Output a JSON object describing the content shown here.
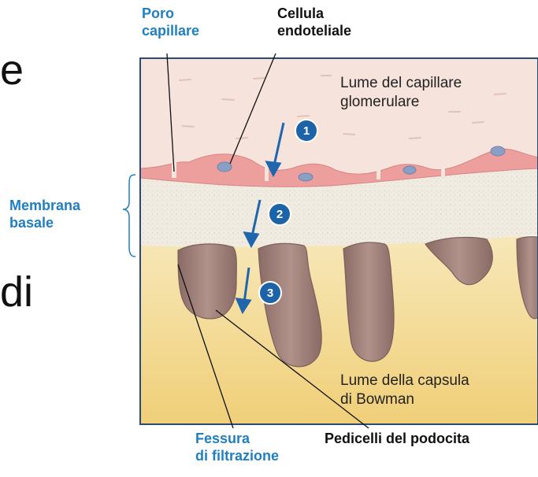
{
  "slide": {
    "fragment_1": "e",
    "fragment_2": "di"
  },
  "labels": {
    "poro_capillare": [
      "Poro",
      "capillare"
    ],
    "cellula_endoteliale": [
      "Cellula",
      "endoteliale"
    ],
    "membrana_basale": [
      "Membrana",
      "basale"
    ],
    "fessura_filtrazione": [
      "Fessura",
      "di filtrazione"
    ],
    "pedicelli": "Pedicelli del podocita"
  },
  "regions": {
    "lume_capillare": [
      "Lume del capillare",
      "glomerulare"
    ],
    "lume_capsula": [
      "Lume della capsula",
      "di Bowman"
    ]
  },
  "steps": [
    "1",
    "2",
    "3"
  ],
  "colors": {
    "label_blue": "#1f7fc0",
    "step_badge": "#1d63a8",
    "capillary_lumen": "#f6e3dc",
    "endothelial_cell": "#ec9f9d",
    "basement_membrane": "#f1ece2",
    "podocyte_foot": "#9b7c76",
    "bowman_space": "#f3d98c"
  }
}
